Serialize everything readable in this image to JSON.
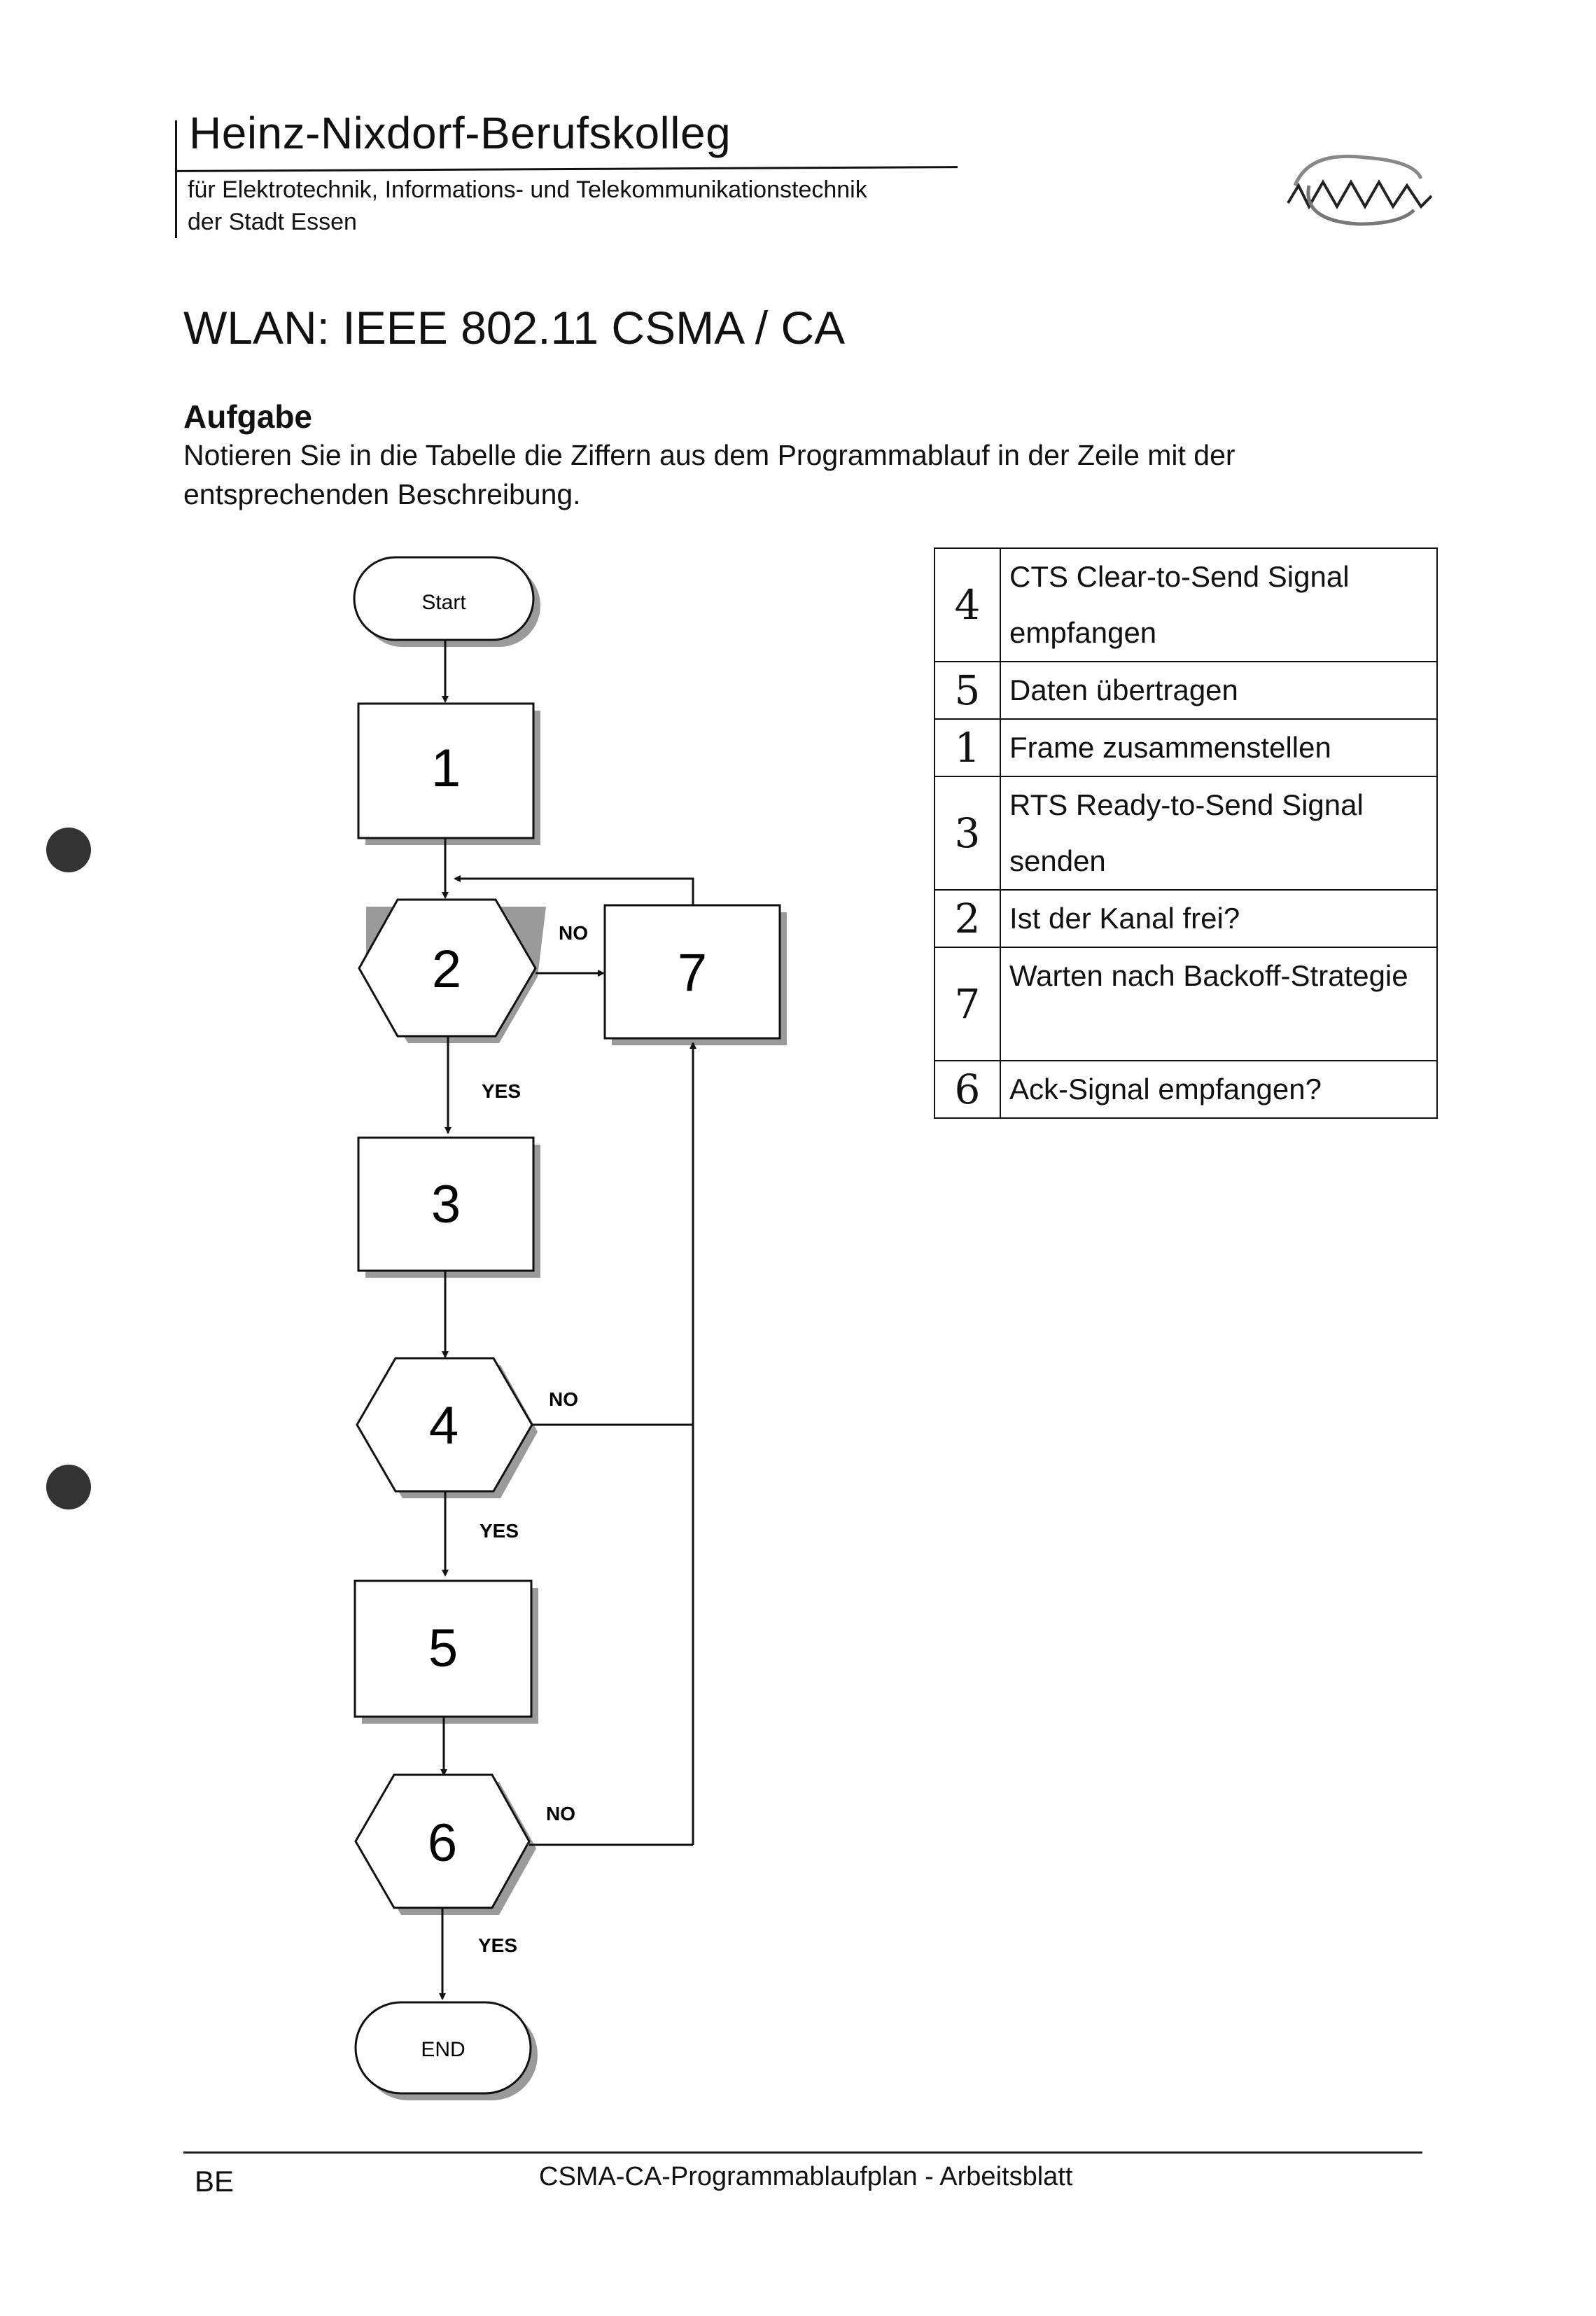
{
  "header": {
    "school_name": "Heinz-Nixdorf-Berufskolleg",
    "subtitle_line1": "für Elektrotechnik, Informations- und Telekommunikationstechnik",
    "subtitle_line2": "der Stadt Essen"
  },
  "title": "WLAN:  IEEE 802.11 CSMA / CA",
  "task": {
    "heading": "Aufgabe",
    "text": "Notieren Sie in die Tabelle die Ziffern aus dem Programmablauf in der Zeile mit der entsprechenden Beschreibung."
  },
  "flowchart": {
    "start": "Start",
    "end": "END",
    "steps": [
      "1",
      "2",
      "3",
      "4",
      "5",
      "6",
      "7"
    ],
    "yes_label": "YES",
    "no_label": "NO"
  },
  "table": [
    {
      "number": "4",
      "description": "CTS Clear-to-Send Signal empfangen"
    },
    {
      "number": "5",
      "description": "Daten übertragen"
    },
    {
      "number": "1",
      "description": "Frame zusammenstellen"
    },
    {
      "number": "3",
      "description": "RTS Ready-to-Send Signal senden"
    },
    {
      "number": "2",
      "description": "Ist der Kanal frei?"
    },
    {
      "number": "7",
      "description": "Warten nach Backoff-Strategie"
    },
    {
      "number": "6",
      "description": "Ack-Signal empfangen?"
    }
  ],
  "footer": {
    "left": "BE",
    "center": "CSMA-CA-Programmablaufplan - Arbeitsblatt"
  },
  "colors": {
    "ink": "#111111",
    "shadow": "#9a9a9a",
    "punch_hole": "#333333"
  }
}
